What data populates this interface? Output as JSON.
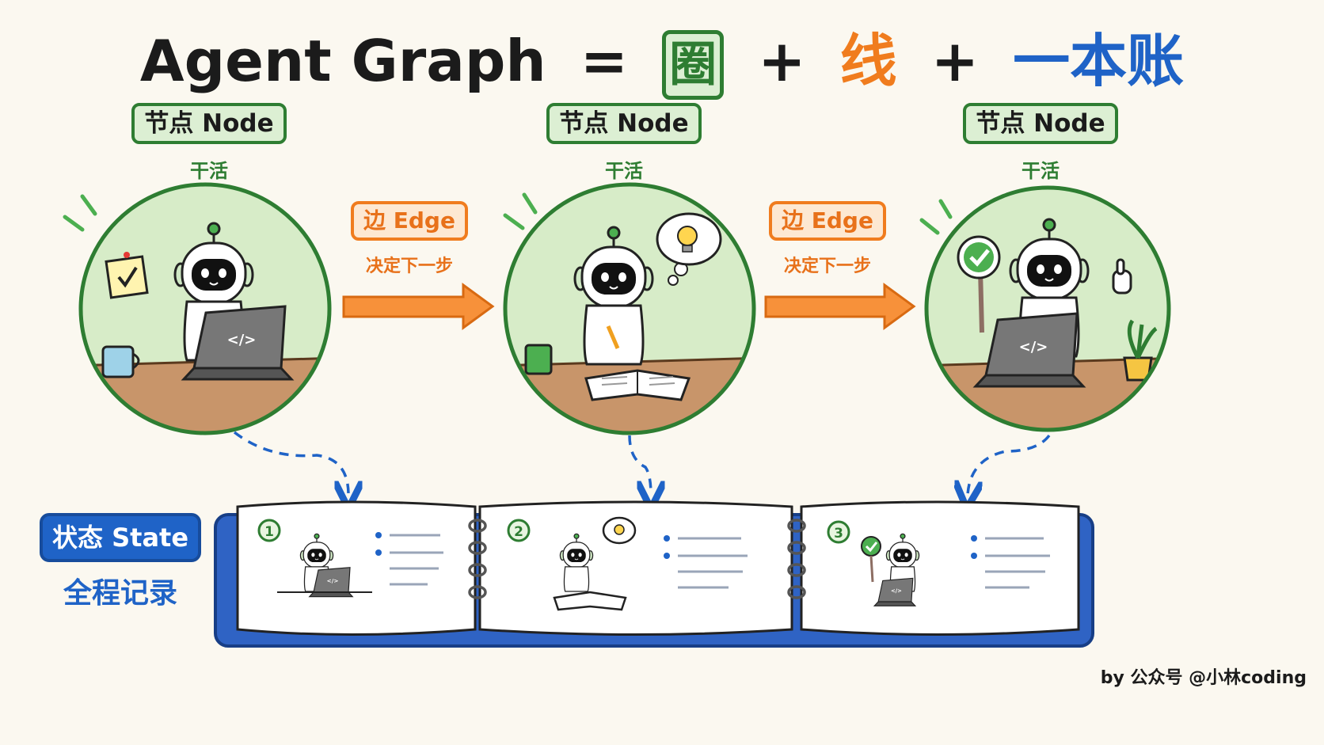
{
  "title": {
    "prefix": "Agent Graph",
    "equals": "=",
    "circle_word": "圈",
    "plus1": "+",
    "line_word": "线",
    "plus2": "+",
    "ledger_word": "一本账"
  },
  "nodes": [
    {
      "label": "节点 Node",
      "sub": "干活",
      "scene": "coding"
    },
    {
      "label": "节点 Node",
      "sub": "干活",
      "scene": "thinking"
    },
    {
      "label": "节点 Node",
      "sub": "干活",
      "scene": "done"
    }
  ],
  "edges": [
    {
      "label": "边 Edge",
      "sub": "决定下一步"
    },
    {
      "label": "边 Edge",
      "sub": "决定下一步"
    }
  ],
  "state": {
    "label": "状态 State",
    "sub": "全程记录",
    "pages": [
      {
        "number": "1",
        "scene": "coding"
      },
      {
        "number": "2",
        "scene": "thinking"
      },
      {
        "number": "3",
        "scene": "done"
      }
    ]
  },
  "credit": "by 公众号 @小林coding",
  "colors": {
    "node_green": "#2e7d32",
    "edge_orange": "#f07c1e",
    "state_blue": "#1f63c7",
    "background": "#fbf8f0"
  }
}
